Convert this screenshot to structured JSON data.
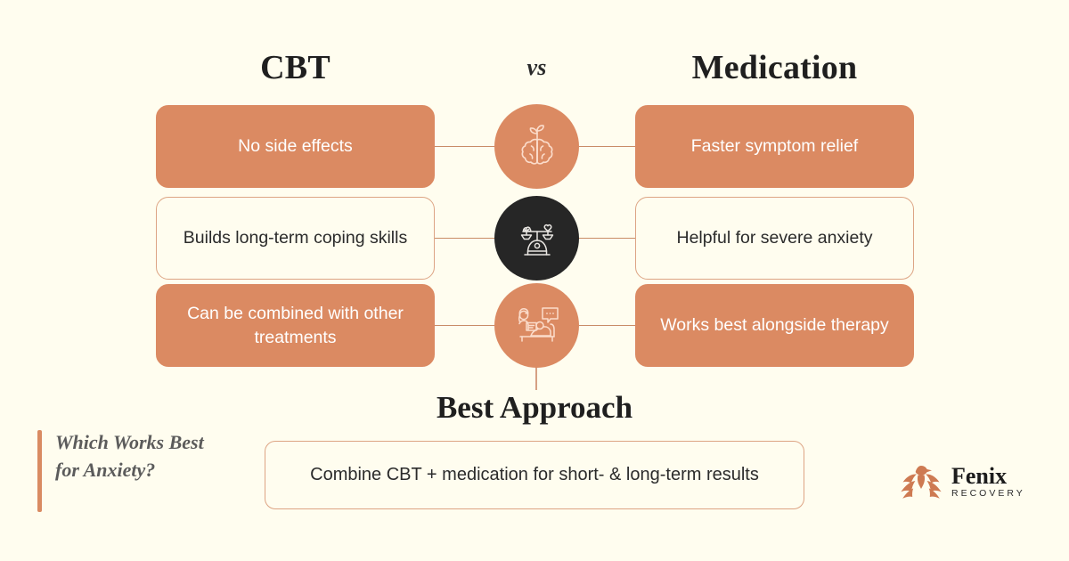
{
  "theme": {
    "background": "#FFFDEF",
    "accent_orange": "#DB8A62",
    "outline_orange": "#DDA484",
    "connector": "#C98C67",
    "dark_circle": "#262626",
    "heading_text": "#1F1F1F",
    "kicker_text": "#5B5B5B"
  },
  "headings": {
    "left": "CBT",
    "vs": "vs",
    "right": "Medication"
  },
  "rows": [
    {
      "left": {
        "text": "No side effects",
        "style": "filled"
      },
      "icon": {
        "name": "brain-sprout-icon",
        "circle": "orange"
      },
      "right": {
        "text": "Faster symptom relief",
        "style": "filled"
      }
    },
    {
      "left": {
        "text": "Builds long-term coping skills",
        "style": "outline"
      },
      "icon": {
        "name": "brain-heart-balance-scale-icon",
        "circle": "dark"
      },
      "right": {
        "text": "Helpful for severe anxiety",
        "style": "outline"
      }
    },
    {
      "left": {
        "text": "Can be combined with other treatments",
        "style": "filled"
      },
      "icon": {
        "name": "therapy-session-icon",
        "circle": "orange"
      },
      "right": {
        "text": "Works best alongside therapy",
        "style": "filled"
      }
    }
  ],
  "best_approach": {
    "title": "Best Approach",
    "statement": "Combine CBT + medication for short- & long-term results"
  },
  "kicker": {
    "text": "Which Works Best for Anxiety?"
  },
  "logo": {
    "mark": "phoenix-bird-icon",
    "name": "Fenix",
    "subtitle": "RECOVERY"
  }
}
